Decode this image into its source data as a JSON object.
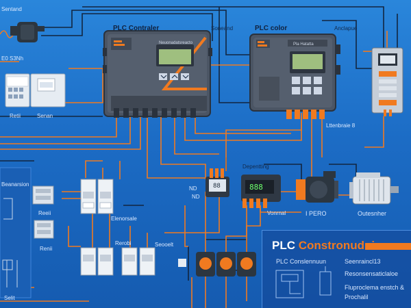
{
  "labels": {
    "top_left": "Sentand",
    "plc1_header": "PLC Contraler",
    "plc1_sub": "Soneand",
    "plc1_screen_title": "Neuonadatsreacto",
    "plc2_header": "PLC color",
    "plc2_sub": "Anclapue",
    "plc2_screen_title": "Pla Hatatta",
    "left_device_tag": "E0 S3Nh",
    "ret1": "Retii",
    "ret2": "Senan",
    "left_panel_top": "Beanarsion",
    "left_panel_mid": "Reeii",
    "left_panel_bottom": "Renii",
    "plc2_below": "Lttenbraie 8",
    "depending": "Depentting",
    "nd": "ND",
    "nd2": "ND",
    "vonnal": "Vonrnal",
    "ipero": "I PERO",
    "outesnher": "Outesnher",
    "breaker_label": "Elenorsale",
    "sensor_label": "Rerobi",
    "bottom_small": "Selit",
    "bottom_sound": "Seooelt"
  },
  "info_panel": {
    "title_white": "PLC ",
    "title_orange": "Constronudui",
    "items": [
      "PLC Conslennuun",
      "Seenraincl13",
      "Resonsensaticlaloe",
      "Fluproclema enstch &",
      "Prochalil"
    ]
  },
  "displays": {
    "device_mid_value": "88",
    "device_right_value": "888"
  },
  "colors": {
    "background": "#1f6fc4",
    "accent": "#f07a20",
    "panel": "#4a5565",
    "screen": "#9fbf7f"
  }
}
